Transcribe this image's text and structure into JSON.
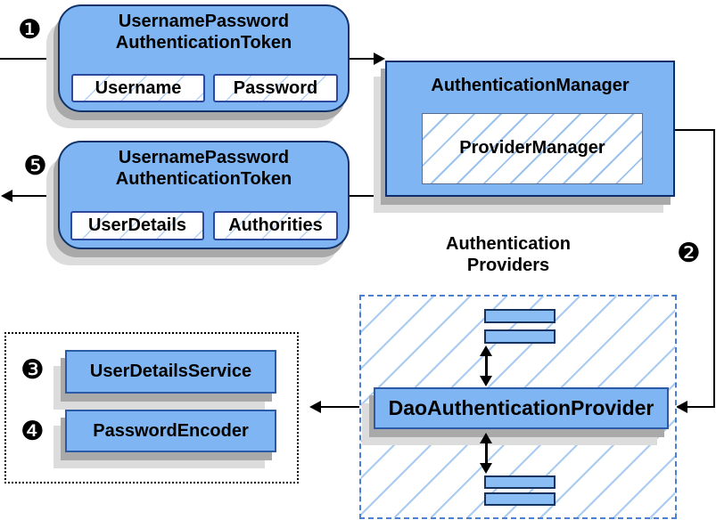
{
  "steps": {
    "s1": "❶",
    "s2": "❷",
    "s3": "❸",
    "s4": "❹",
    "s5": "❺"
  },
  "token_request": {
    "title1": "UsernamePassword",
    "title2": "AuthenticationToken",
    "fields": [
      "Username",
      "Password"
    ]
  },
  "authentication_manager": {
    "title": "AuthenticationManager",
    "inner": "ProviderManager"
  },
  "token_response": {
    "title1": "UsernamePassword",
    "title2": "AuthenticationToken",
    "fields": [
      "UserDetails",
      "Authorities"
    ]
  },
  "providers_group": {
    "label1": "Authentication",
    "label2": "Providers",
    "provider": "DaoAuthenticationProvider"
  },
  "collaborators": [
    "UserDetailsService",
    "PasswordEncoder"
  ],
  "colors": {
    "node_fill": "#7fb5f2",
    "node_border": "#0f2d6b",
    "inner_field_border": "#2b4a9e",
    "hatch_line": "#9cc3ee",
    "dashed_border": "#4d7fd0",
    "shadow": "#a9a9a9",
    "connector": "#000000"
  }
}
